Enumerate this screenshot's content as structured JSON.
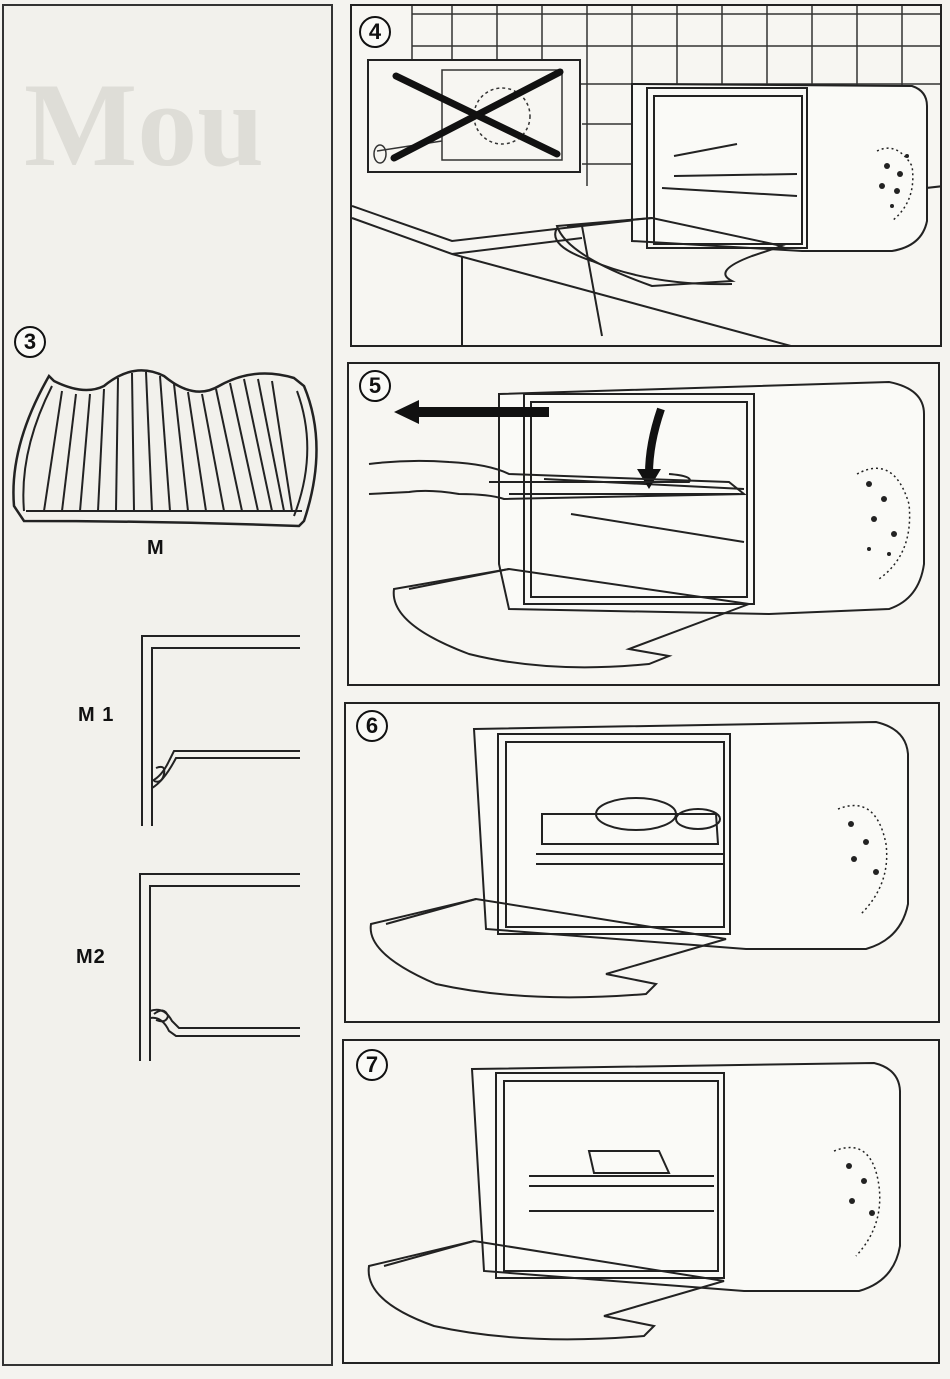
{
  "left_panel": {
    "step3": {
      "number": "3"
    },
    "rack_label": "M",
    "m1_label": "M 1",
    "m2_label": "M2"
  },
  "panel4": {
    "number": "4"
  },
  "panel5": {
    "number": "5"
  },
  "panel6": {
    "number": "6"
  },
  "panel7": {
    "number": "7"
  }
}
